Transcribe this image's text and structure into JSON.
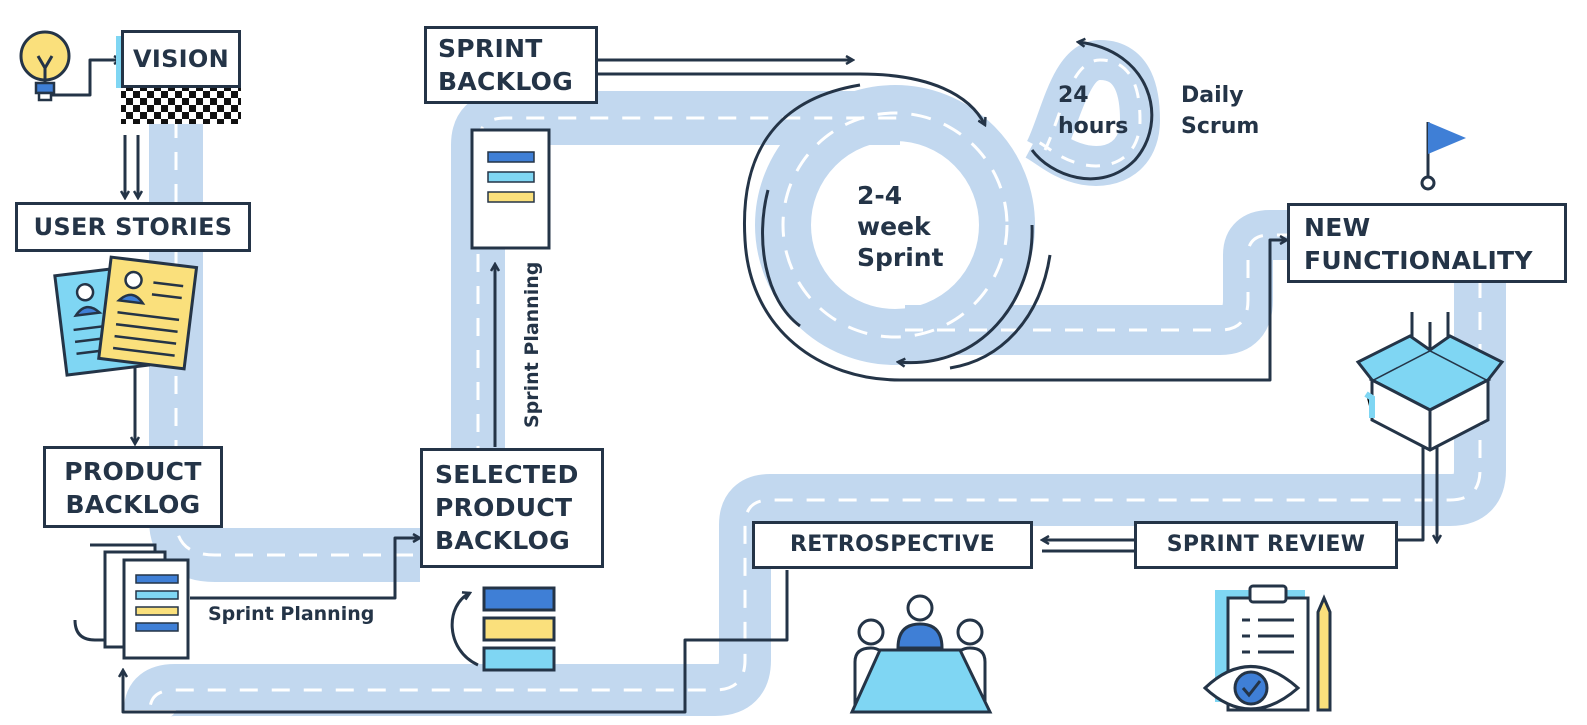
{
  "colors": {
    "ink": "#243447",
    "road": "#c2d8ef",
    "accent_cyan": "#7fd6f3",
    "accent_yellow": "#fae07c",
    "accent_blue": "#3f7fd6"
  },
  "nodes": {
    "vision": {
      "text": "VISION"
    },
    "user_stories": {
      "text": "USER STORIES"
    },
    "product_backlog": {
      "line1": "PRODUCT",
      "line2": "BACKLOG"
    },
    "sprint_backlog": {
      "line1": "SPRINT",
      "line2": "BACKLOG"
    },
    "selected_product_backlog": {
      "line1": "SELECTED",
      "line2": "PRODUCT",
      "line3": "BACKLOG"
    },
    "new_functionality": {
      "line1": "NEW",
      "line2": "FUNCTIONALITY"
    },
    "sprint_review": {
      "text": "SPRINT REVIEW"
    },
    "retrospective": {
      "text": "RETROSPECTIVE"
    }
  },
  "labels": {
    "sprint_planning_horizontal": "Sprint Planning",
    "sprint_planning_vertical": "Sprint Planning",
    "sprint_cycle": {
      "line1": "2-4",
      "line2": "week",
      "line3": "Sprint"
    },
    "daily_cycle": {
      "line1": "24",
      "line2": "hours"
    },
    "daily_scrum": {
      "line1": "Daily",
      "line2": "Scrum"
    }
  },
  "icons": [
    "lightbulb-icon",
    "checkered-flag-icon",
    "user-story-cards-icon",
    "document-stack-icon",
    "backlog-list-icon",
    "priority-stack-icon",
    "goal-flag-icon",
    "open-box-icon",
    "team-meeting-icon",
    "clipboard-review-icon"
  ]
}
